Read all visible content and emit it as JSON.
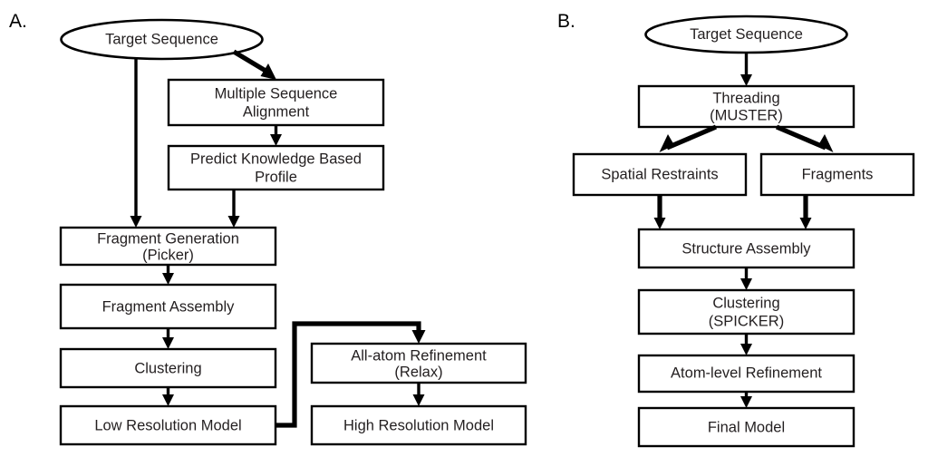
{
  "figure": {
    "type": "flowchart",
    "panels": [
      {
        "id": "A",
        "label": "A.",
        "nodes": [
          {
            "id": "a-target-sequence",
            "shape": "ellipse",
            "lines": [
              "Target Sequence"
            ]
          },
          {
            "id": "a-msa",
            "shape": "box",
            "lines": [
              "Multiple Sequence",
              "Alignment"
            ]
          },
          {
            "id": "a-profile",
            "shape": "box",
            "lines": [
              "Predict Knowledge Based",
              "Profile"
            ]
          },
          {
            "id": "a-fragment-generation",
            "shape": "box",
            "lines": [
              "Fragment Generation",
              "(Picker)"
            ]
          },
          {
            "id": "a-fragment-assembly",
            "shape": "box",
            "lines": [
              "Fragment Assembly"
            ]
          },
          {
            "id": "a-clustering",
            "shape": "box",
            "lines": [
              "Clustering"
            ]
          },
          {
            "id": "a-low-resolution-model",
            "shape": "box",
            "lines": [
              "Low Resolution Model"
            ]
          },
          {
            "id": "a-all-atom-refinement",
            "shape": "box",
            "lines": [
              "All-atom Refinement",
              "(Relax)"
            ]
          },
          {
            "id": "a-high-resolution-model",
            "shape": "box",
            "lines": [
              "High Resolution Model"
            ]
          }
        ],
        "edges": [
          {
            "from": "a-target-sequence",
            "to": "a-fragment-generation"
          },
          {
            "from": "a-target-sequence",
            "to": "a-msa"
          },
          {
            "from": "a-msa",
            "to": "a-profile"
          },
          {
            "from": "a-profile",
            "to": "a-fragment-generation"
          },
          {
            "from": "a-fragment-generation",
            "to": "a-fragment-assembly"
          },
          {
            "from": "a-fragment-assembly",
            "to": "a-clustering"
          },
          {
            "from": "a-clustering",
            "to": "a-low-resolution-model"
          },
          {
            "from": "a-low-resolution-model",
            "to": "a-all-atom-refinement"
          },
          {
            "from": "a-all-atom-refinement",
            "to": "a-high-resolution-model"
          }
        ]
      },
      {
        "id": "B",
        "label": "B.",
        "nodes": [
          {
            "id": "b-target-sequence",
            "shape": "ellipse",
            "lines": [
              "Target Sequence"
            ]
          },
          {
            "id": "b-threading",
            "shape": "box",
            "lines": [
              "Threading",
              "(MUSTER)"
            ]
          },
          {
            "id": "b-spatial-restraints",
            "shape": "box",
            "lines": [
              "Spatial Restraints"
            ]
          },
          {
            "id": "b-fragments",
            "shape": "box",
            "lines": [
              "Fragments"
            ]
          },
          {
            "id": "b-structure-assembly",
            "shape": "box",
            "lines": [
              "Structure Assembly"
            ]
          },
          {
            "id": "b-clustering",
            "shape": "box",
            "lines": [
              "Clustering",
              "(SPICKER)"
            ]
          },
          {
            "id": "b-atom-level-refinement",
            "shape": "box",
            "lines": [
              "Atom-level Refinement"
            ]
          },
          {
            "id": "b-final-model",
            "shape": "box",
            "lines": [
              "Final Model"
            ]
          }
        ],
        "edges": [
          {
            "from": "b-target-sequence",
            "to": "b-threading"
          },
          {
            "from": "b-threading",
            "to": "b-spatial-restraints"
          },
          {
            "from": "b-threading",
            "to": "b-fragments"
          },
          {
            "from": "b-spatial-restraints",
            "to": "b-structure-assembly"
          },
          {
            "from": "b-fragments",
            "to": "b-structure-assembly"
          },
          {
            "from": "b-structure-assembly",
            "to": "b-clustering"
          },
          {
            "from": "b-clustering",
            "to": "b-atom-level-refinement"
          },
          {
            "from": "b-atom-level-refinement",
            "to": "b-final-model"
          }
        ]
      }
    ]
  },
  "colors": {
    "background": "#ffffff",
    "stroke": "#000000",
    "text": "#231f20"
  },
  "panelA": {
    "label": "A.",
    "targetSequence": "Target Sequence",
    "msaLine1": "Multiple Sequence",
    "msaLine2": "Alignment",
    "profileLine1": "Predict Knowledge Based",
    "profileLine2": "Profile",
    "fragGenLine1": "Fragment Generation",
    "fragGenLine2": "(Picker)",
    "fragmentAssembly": "Fragment Assembly",
    "clustering": "Clustering",
    "lowResolutionModel": "Low Resolution Model",
    "refineLine1": "All-atom Refinement",
    "refineLine2": "(Relax)",
    "highResolutionModel": "High Resolution Model"
  },
  "panelB": {
    "label": "B.",
    "targetSequence": "Target Sequence",
    "threadingLine1": "Threading",
    "threadingLine2": "(MUSTER)",
    "spatialRestraints": "Spatial Restraints",
    "fragments": "Fragments",
    "structureAssembly": "Structure Assembly",
    "clusteringLine1": "Clustering",
    "clusteringLine2": "(SPICKER)",
    "atomLevelRefinement": "Atom-level Refinement",
    "finalModel": "Final Model"
  }
}
